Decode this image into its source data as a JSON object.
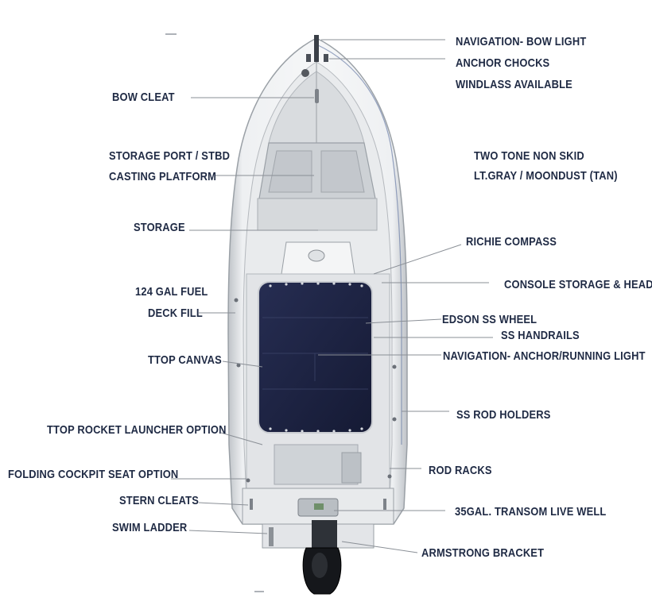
{
  "labels": {
    "nav_bow_light": "NAVIGATION- BOW LIGHT",
    "anchor_chocks": "ANCHOR CHOCKS",
    "windlass": "WINDLASS AVAILABLE",
    "bow_cleat": "BOW CLEAT",
    "storage_port_stbd": "STORAGE PORT / STBD",
    "casting_platform": "CASTING PLATFORM",
    "two_tone_non_skid": "TWO TONE NON SKID",
    "colors_non_skid": "LT.GRAY / MOONDUST (TAN)",
    "storage": "STORAGE",
    "richie_compass": "RICHIE COMPASS",
    "console_storage_head": "CONSOLE STORAGE & HEAD",
    "fuel_124": "124 GAL FUEL",
    "deck_fill": "DECK FILL",
    "edson_wheel": "EDSON SS WHEEL",
    "ss_handrails": "SS HANDRAILS",
    "ttop_canvas": "TTOP CANVAS",
    "nav_anchor_running": "NAVIGATION- ANCHOR/RUNNING LIGHT",
    "ss_rod_holders": "SS ROD HOLDERS",
    "ttop_rocket": "TTOP ROCKET LAUNCHER OPTION",
    "folding_seat": "FOLDING COCKPIT SEAT OPTION",
    "rod_racks": "ROD RACKS",
    "stern_cleats": "STERN CLEATS",
    "transom_livewell": "35GAL. TRANSOM LIVE WELL",
    "swim_ladder": "SWIM LADDER",
    "armstrong_bracket": "ARMSTRONG BRACKET"
  },
  "colors": {
    "label_text": "#1f2a44",
    "hull": "#e6e8ea",
    "deck": "#c9cdd1",
    "canvas_top": "#1b2140",
    "leader_line": "#8a8f96"
  },
  "icons": [
    "boat-hull-diagram",
    "outboard-engine-icon"
  ]
}
